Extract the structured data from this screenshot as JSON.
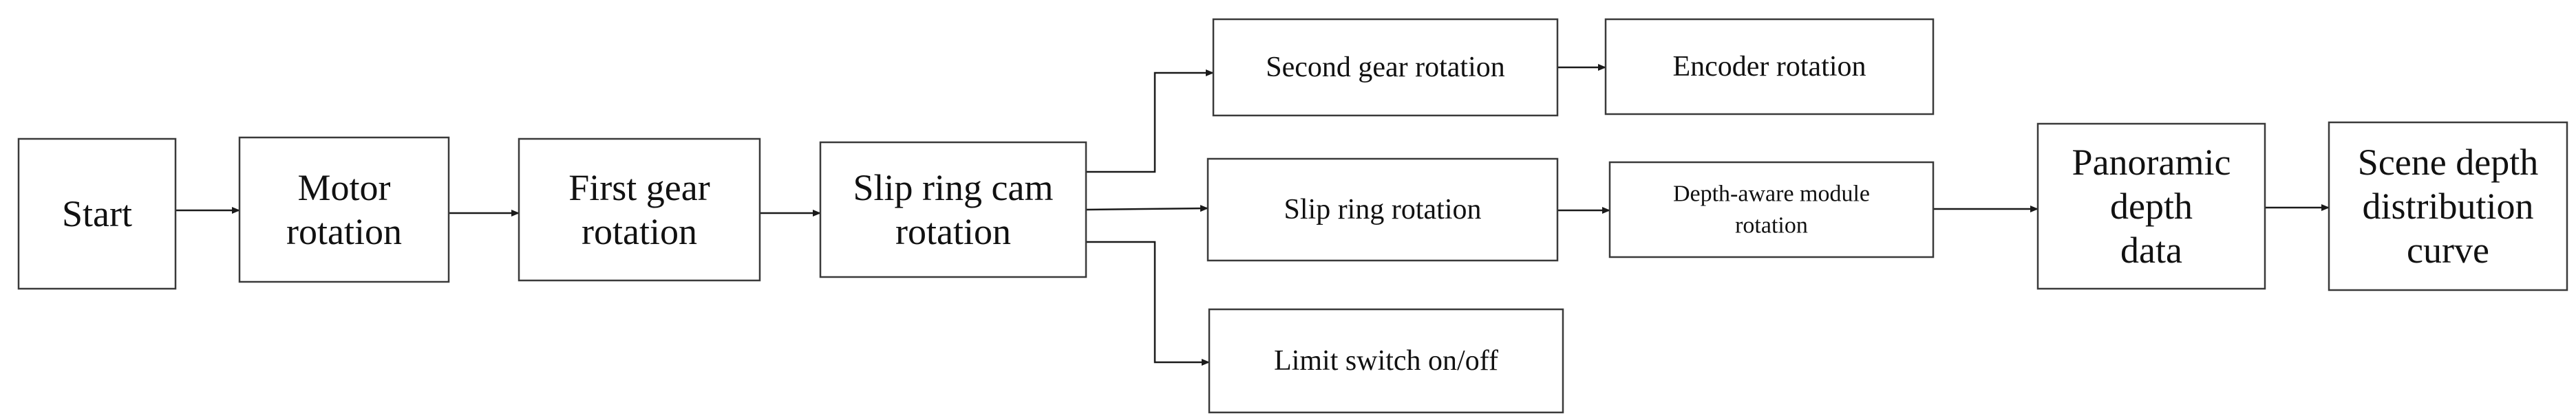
{
  "diagram": {
    "nodes": [
      {
        "id": "start",
        "lines": [
          "Start"
        ]
      },
      {
        "id": "motor",
        "lines": [
          "Motor",
          "rotation"
        ]
      },
      {
        "id": "gear1",
        "lines": [
          "First gear",
          "rotation"
        ]
      },
      {
        "id": "cam",
        "lines": [
          "Slip ring cam",
          "rotation"
        ]
      },
      {
        "id": "gear2",
        "lines": [
          "Second gear rotation"
        ]
      },
      {
        "id": "encoder",
        "lines": [
          "Encoder rotation"
        ]
      },
      {
        "id": "slipring",
        "lines": [
          "Slip ring rotation"
        ]
      },
      {
        "id": "depthmod",
        "lines": [
          "Depth-aware module",
          "rotation"
        ]
      },
      {
        "id": "limit",
        "lines": [
          "Limit switch on/off"
        ]
      },
      {
        "id": "panodepth",
        "lines": [
          "Panoramic",
          "depth",
          "data"
        ]
      },
      {
        "id": "curve",
        "lines": [
          "Scene depth",
          "distribution",
          "curve"
        ]
      }
    ],
    "edges": [
      {
        "from": "start",
        "to": "motor"
      },
      {
        "from": "motor",
        "to": "gear1"
      },
      {
        "from": "gear1",
        "to": "cam"
      },
      {
        "from": "cam",
        "to": "gear2"
      },
      {
        "from": "gear2",
        "to": "encoder"
      },
      {
        "from": "cam",
        "to": "slipring"
      },
      {
        "from": "slipring",
        "to": "depthmod"
      },
      {
        "from": "cam",
        "to": "limit"
      },
      {
        "from": "depthmod",
        "to": "panodepth"
      },
      {
        "from": "panodepth",
        "to": "curve"
      }
    ]
  }
}
